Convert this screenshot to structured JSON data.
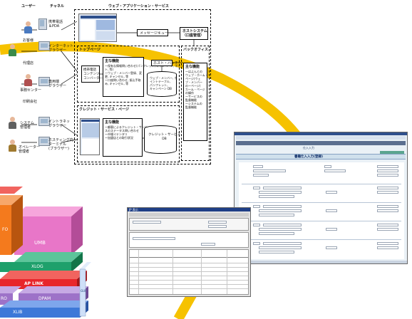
{
  "diagram": {
    "col_headers": {
      "user": "ユーザー",
      "channel": "チャネル",
      "web_app": "ウェブ・アプリケーション・サービス"
    },
    "left_nodes": {
      "customer": "お客様",
      "agency": "代理店",
      "office_center": "事務センター",
      "print_shop": "印刷会社",
      "sys_admin": "システム\n管理者",
      "operator": "オペレーター\n管理者"
    },
    "channels": {
      "mobile": "携帯電話\n＆PDA",
      "internet_browser": "インターネット\nブラウザー",
      "dedicated_browser": "専用端\nブラウザー",
      "intranet_browser": "イントラネッ\nブラウザー",
      "hosting_terminal": "ホスティング向\nターミナル\n(ブラウザー)"
    },
    "message_queue": "メッセージキュー",
    "host_system": "ホストシステム\n（口座管理）",
    "top_page": "トップページ",
    "back_office": "バックオフィス",
    "contents_converter": "携帯電話\nコンテンツ\nコンバーター",
    "main_functions": "主な機能",
    "main_functions_text": "ー保有な情報問い合わせ(パンフレット, キャンペーン, ポイン\nト, 等)\nーウェブ・メンバー登録、変\n更, キャンセル, 等\nー口座問い合わせ, 振込手取\nみ, キャンセル, 等",
    "host_batch": "ホスト・バッチ",
    "web_member_db": "ウェブ・メンバー, ポ\nイントテーブル,\nパンフレット,\nキャンペーン DB",
    "back_office_functions": "主な機能",
    "back_office_text": "ーはよんとの\nウェブ・ホーム・\nページ(ウェ\nブ・メンバー\nのーページ)\nカーム・ページ\nの繰作\nーサービスの\n監督機能\nーシステムの\n監督機能",
    "credit_page": "クレジット・サービス・ページ",
    "credit_main": "主な機能",
    "credit_text": "ー顧客によるクレジット・サービ\nスのステータス問い合わせ\nー市場イテンタリ\nー加盟店との取引状況",
    "credit_db": "クレジット・サービス\nDB",
    "stack_labels": [
      "UMB",
      "XLOG",
      "AP LINK",
      "DPAM",
      "XLIB",
      "RO",
      "FO",
      "GUI"
    ]
  },
  "form_screen": {
    "title": "書籍仕入入力(登録)",
    "breadcrumb": "仕入入力",
    "rows": 4
  },
  "grid_screen": {
    "title": "JP 表示"
  },
  "colors": {
    "yellow_arc": "#f6c200",
    "pink": "#e876c8",
    "red": "#e8262b",
    "green": "#1ea06b",
    "orange": "#f47a1d",
    "purple": "#9d72c8",
    "blue": "#3d78d8"
  }
}
